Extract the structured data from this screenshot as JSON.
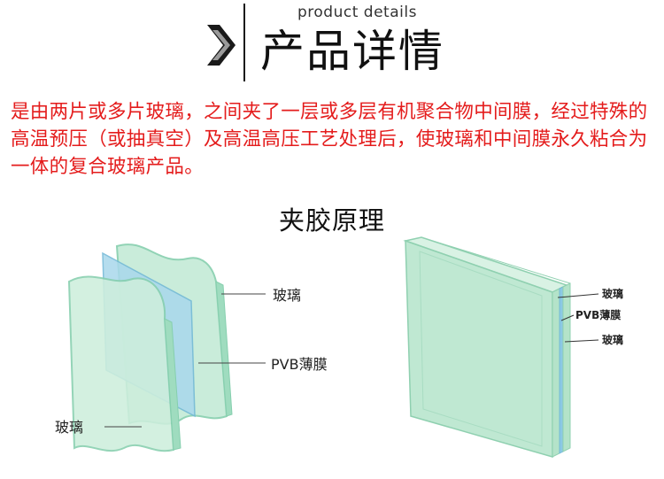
{
  "header": {
    "subtitle": "product details",
    "title": "产品详情"
  },
  "description": "是由两片或多片玻璃，之间夹了一层或多层有机聚合物中间膜，经过特殊的高温预压（或抽真空）及高温高压工艺处理后，使玻璃和中间膜永久粘合为一体的复合玻璃产品。",
  "section": {
    "title": "夹胶原理"
  },
  "left_diagram": {
    "label_glass_top": "玻璃",
    "label_pvb": "PVB薄膜",
    "label_glass_bottom": "玻璃"
  },
  "right_diagram": {
    "label_glass_1": "玻璃",
    "label_pvb": "PVB薄膜",
    "label_glass_2": "玻璃"
  },
  "colors": {
    "description_text": "#e41c1c",
    "glass_fill": "#bfe8d2",
    "glass_edge": "#8fd0b0",
    "pvb_fill": "#a8d6ea"
  }
}
